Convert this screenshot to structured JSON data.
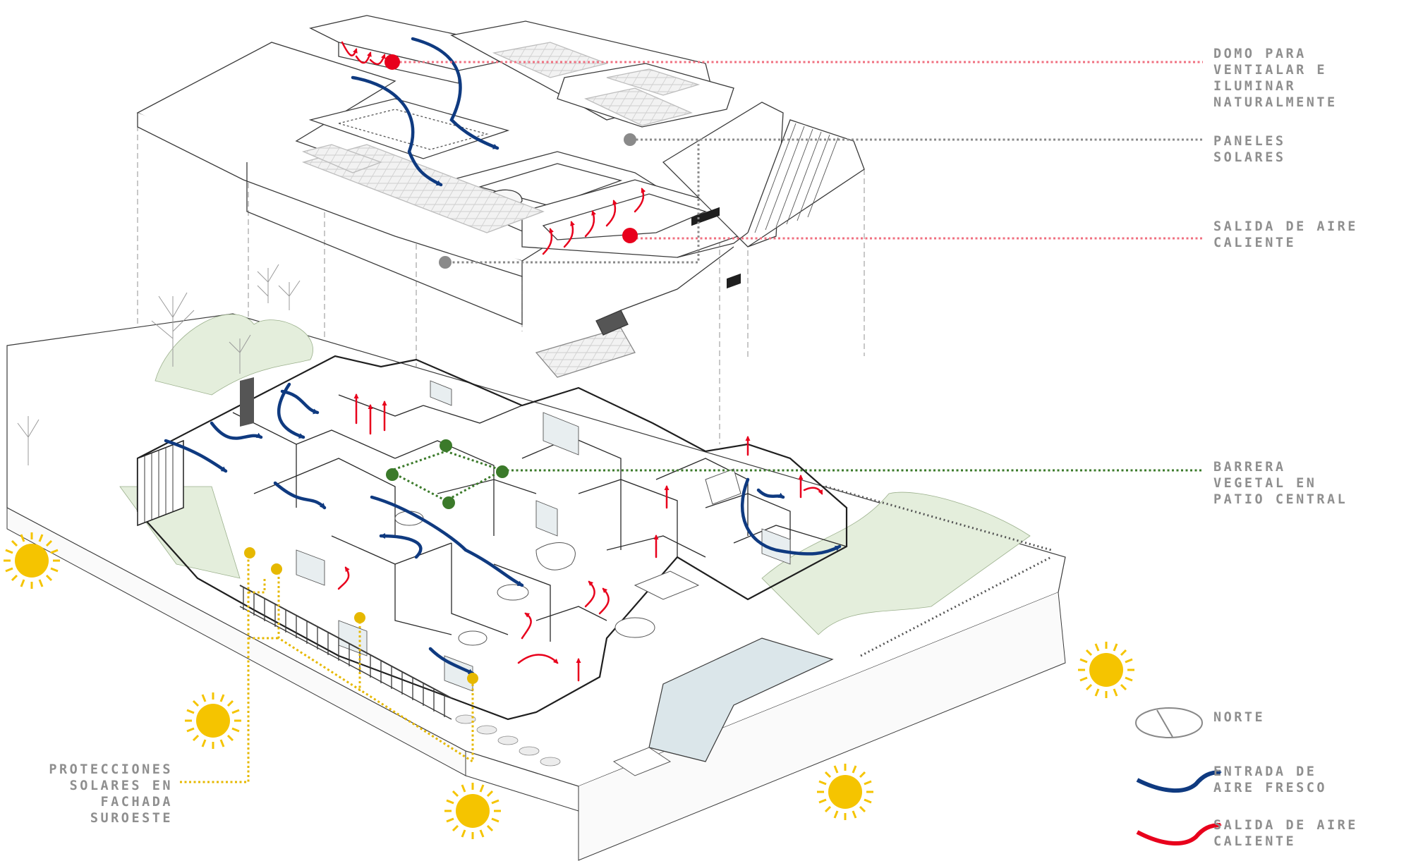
{
  "annotations": {
    "domo": {
      "lines": [
        "DOMO PARA",
        "VENTIALAR E",
        "ILUMINAR",
        "NATURALMENTE"
      ],
      "color": "#e8001c"
    },
    "paneles": {
      "lines": [
        "PANELES",
        "SOLARES"
      ],
      "color": "#8a8a8a"
    },
    "salida_aire": {
      "lines": [
        "SALIDA DE AIRE",
        "CALIENTE"
      ],
      "color": "#e8001c"
    },
    "barrera": {
      "lines": [
        "BARRERA",
        "VEGETAL EN",
        "PATIO CENTRAL"
      ],
      "color": "#3b7a2a"
    },
    "protecciones": {
      "lines": [
        "PROTECCIONES",
        "SOLARES EN",
        "FACHADA",
        "SUROESTE"
      ],
      "color": "#e6b800"
    }
  },
  "legend": {
    "norte": {
      "label": "NORTE",
      "icon": "compass-icon"
    },
    "entrada": {
      "lines": [
        "ENTRADA DE",
        "AIRE FRESCO"
      ],
      "color": "#0f3a80",
      "icon": "blue-airflow-arrow-icon"
    },
    "salida": {
      "lines": [
        "SALIDA DE AIRE",
        "CALIENTE"
      ],
      "color": "#e8001c",
      "icon": "red-airflow-arrow-icon"
    }
  },
  "colors": {
    "sun": "#f5c400",
    "line": "#3a3a3a",
    "light_line": "#b5b5b5",
    "vegetation": "#e4eedc",
    "pool": "#dbe6ea"
  }
}
